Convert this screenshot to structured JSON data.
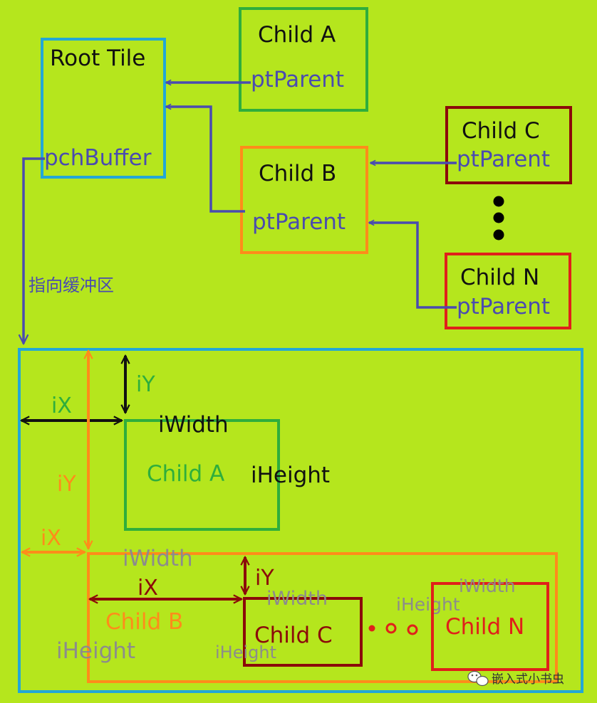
{
  "colors": {
    "background": "#b5e61d",
    "root_tile": "#22a7d6",
    "child_a": "#2fae3c",
    "child_b": "#ff8c1a",
    "child_c": "#8b0a0a",
    "child_n": "#e0201a",
    "pointer_arrow": "#4a4bb0",
    "black": "#111111",
    "gray": "#8c8c8c"
  },
  "tree": {
    "root_title": "Root Tile",
    "root_buffer": "pchBuffer",
    "child_a_title": "Child A",
    "child_a_parent": "ptParent",
    "child_b_title": "Child B",
    "child_b_parent": "ptParent",
    "child_c_title": "Child C",
    "child_c_parent": "ptParent",
    "child_n_title": "Child N",
    "child_n_parent": "ptParent",
    "buffer_note": "指向缓冲区"
  },
  "layout_view": {
    "a_iy": "iY",
    "a_ix": "iX",
    "a_width": "iWidth",
    "a_height": "iHeight",
    "a_label": "Child A",
    "b_iy": "iY",
    "b_ix": "iX",
    "b_width": "iWidth",
    "b_height": "iHeight",
    "b_label": "Child B",
    "c_iy": "iY",
    "c_ix": "iX",
    "c_width": "iWidth",
    "c_height": "iHeight",
    "c_label": "Child C",
    "n_width": "iWidth",
    "n_height": "iHeight",
    "n_label": "Child N"
  },
  "watermark": {
    "text": "嵌入式小书虫",
    "icon": "wechat-icon"
  }
}
